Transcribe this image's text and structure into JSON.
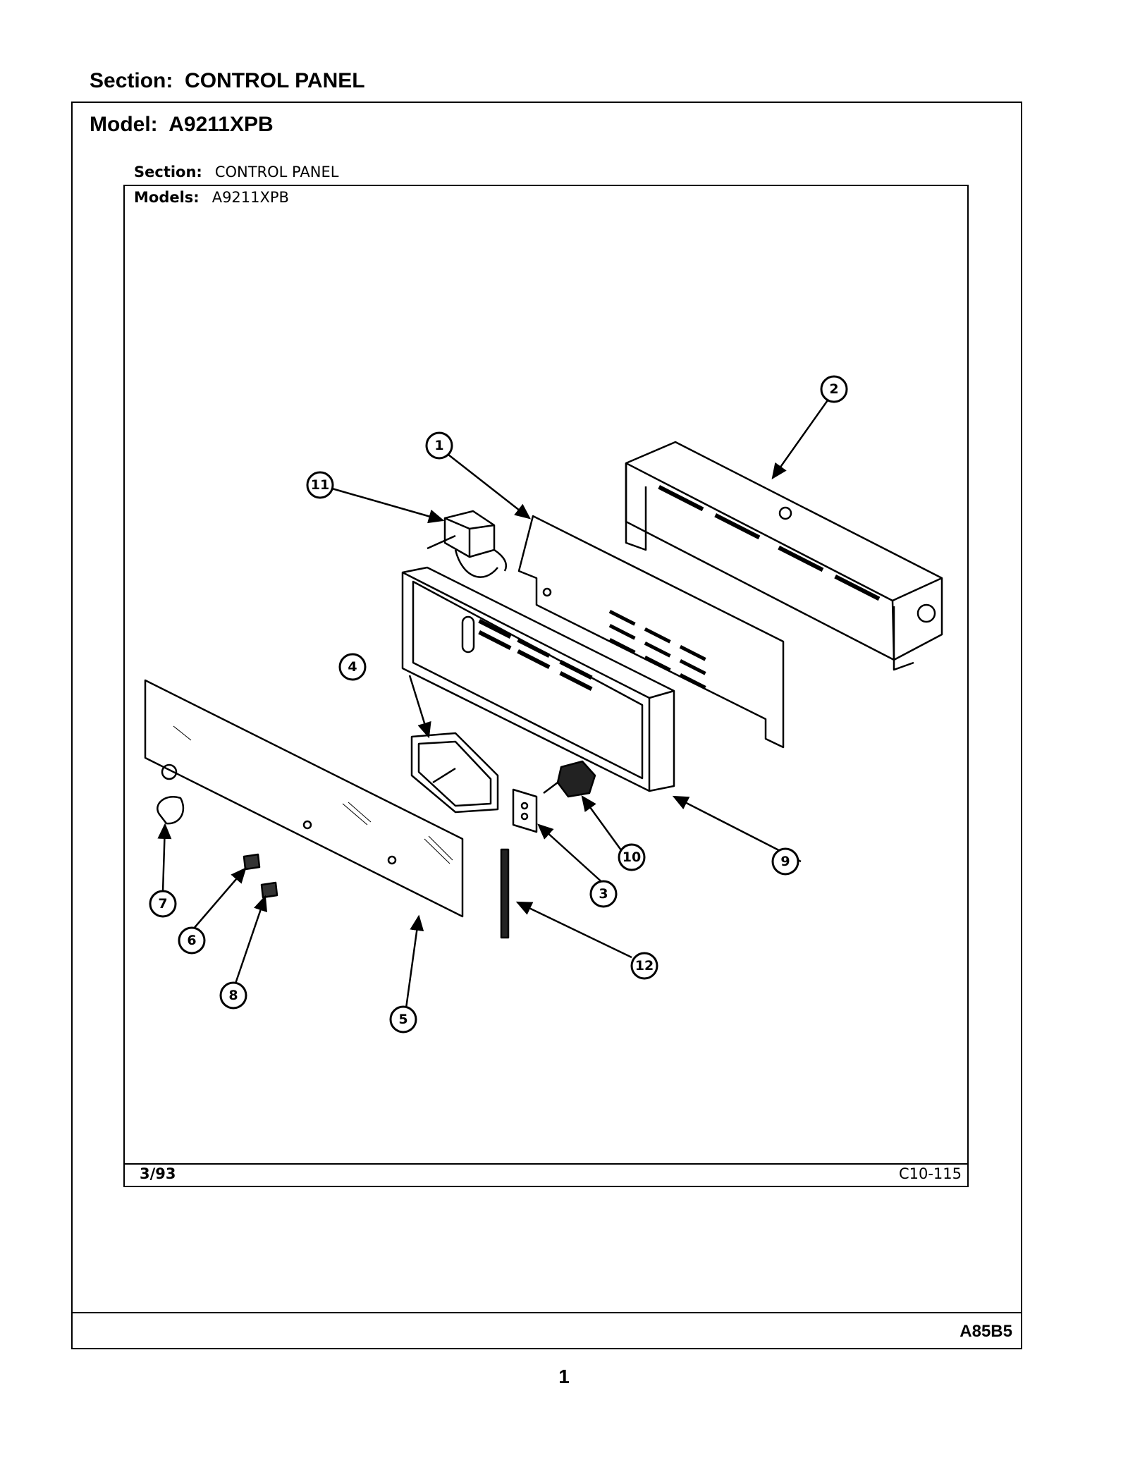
{
  "header": {
    "section_label": "Section:",
    "section_value": "CONTROL PANEL",
    "model_label": "Model:",
    "model_value": "A9211XPB"
  },
  "inner_sheet": {
    "section_label": "Section:",
    "section_value": "CONTROL PANEL",
    "models_label": "Models:",
    "models_value": "A9211XPB",
    "date": "3/93",
    "sheet_code": "C10-115"
  },
  "footer": {
    "code": "A85B5",
    "page_number": "1"
  },
  "callouts": [
    "1",
    "2",
    "3",
    "4",
    "5",
    "6",
    "7",
    "8",
    "9",
    "10",
    "11",
    "12"
  ]
}
